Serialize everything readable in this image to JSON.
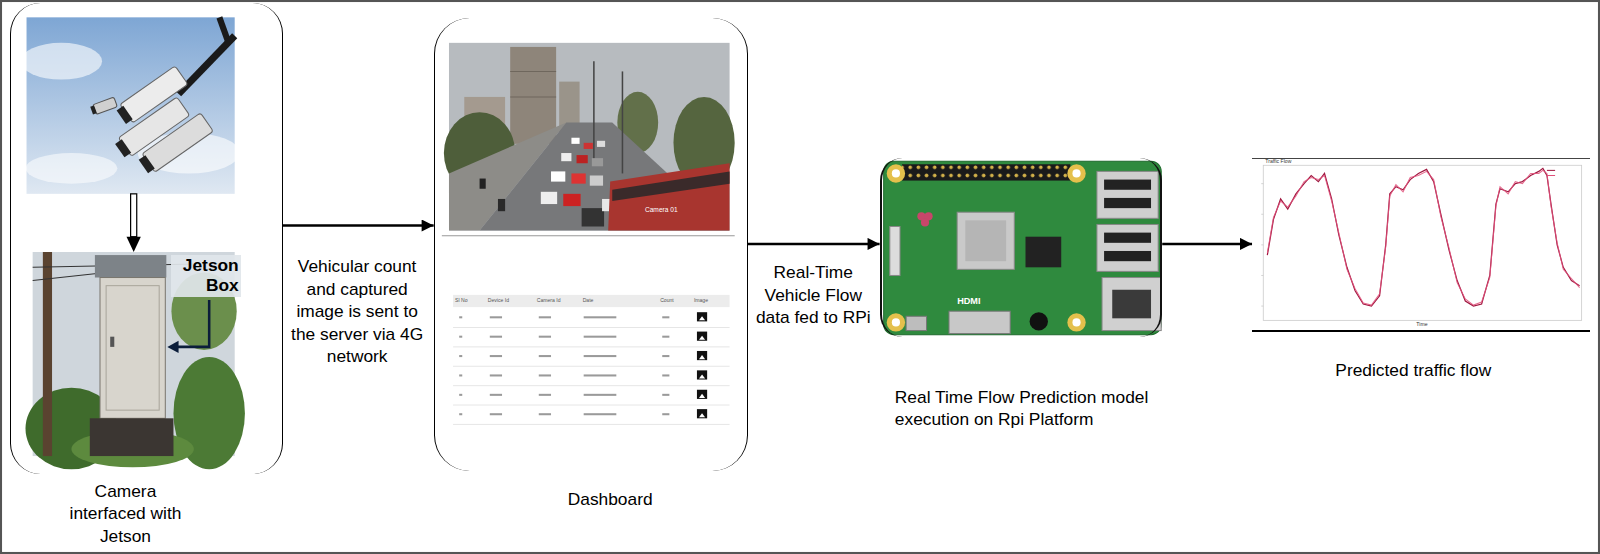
{
  "diagram": {
    "nodes": [
      {
        "text": [
          "Camera interfaced with Jetson"
        ]
      },
      {
        "text": [
          "Dashboard"
        ]
      },
      {
        "text": [
          "Real Time Flow Prediction model execution on Rpi Platform"
        ]
      },
      {
        "text": [
          "Predicted traffic flow"
        ]
      }
    ],
    "edges": [
      {
        "from": 0,
        "to": 1,
        "arrow": "to",
        "label": "Vehicular count and captured image is sent to the server via 4G network"
      },
      {
        "from": 1,
        "to": 2,
        "arrow": "to",
        "label": "Real-Time Vehicle Flow data fed to RPi"
      },
      {
        "from": 2,
        "to": 3,
        "arrow": "to"
      }
    ],
    "labels": [
      "Jetson Box",
      "Camera 01",
      "Sl No",
      "Device Id",
      "Camera Id",
      "Date",
      "Count",
      "Image",
      "HDMI",
      "Traffic Flow",
      "Time"
    ]
  }
}
